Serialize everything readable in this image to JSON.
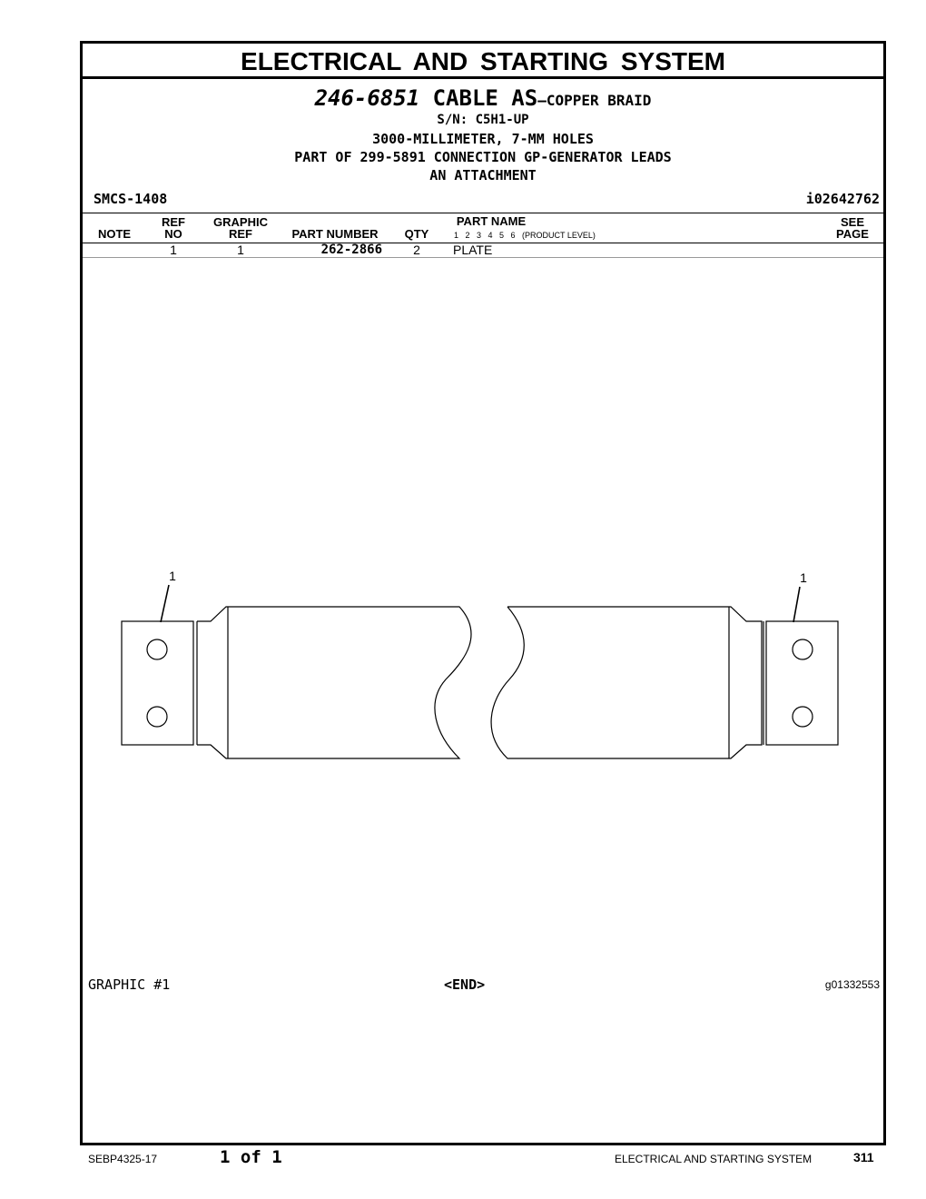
{
  "section_title": "ELECTRICAL AND STARTING SYSTEM",
  "header": {
    "part_no": "246-6851",
    "name": "CABLE AS",
    "desc": "—COPPER BRAID",
    "serial": "S/N: C5H1-UP",
    "spec": "3000-MILLIMETER, 7-MM HOLES",
    "part_of": "PART OF 299-5891 CONNECTION GP-GENERATOR LEADS",
    "attachment": "AN ATTACHMENT"
  },
  "smcs": "SMCS-1408",
  "info_id": "i02642762",
  "table": {
    "headers": {
      "note": "NOTE",
      "ref_top": "REF",
      "ref_bottom": "NO",
      "graphic_top": "GRAPHIC",
      "graphic_bottom": "REF",
      "part_number": "PART NUMBER",
      "qty": "QTY",
      "part_name": "PART NAME",
      "product_levels": "1   2   3   4   5   6   (PRODUCT LEVEL)",
      "see_top": "SEE",
      "see_bottom": "PAGE"
    },
    "rows": [
      {
        "note": "",
        "ref_no": "1",
        "graphic_ref": "1",
        "part_number": "262-2866",
        "qty": "2",
        "part_name": "PLATE",
        "see_page": ""
      }
    ]
  },
  "graphic": {
    "callout_left": "1",
    "callout_right": "1",
    "label": "GRAPHIC #1",
    "end": "<END>",
    "id": "g01332553"
  },
  "footer": {
    "doc": "SEBP4325-17",
    "pages": "1 of 1",
    "section": "ELECTRICAL AND STARTING SYSTEM",
    "page": "311"
  }
}
